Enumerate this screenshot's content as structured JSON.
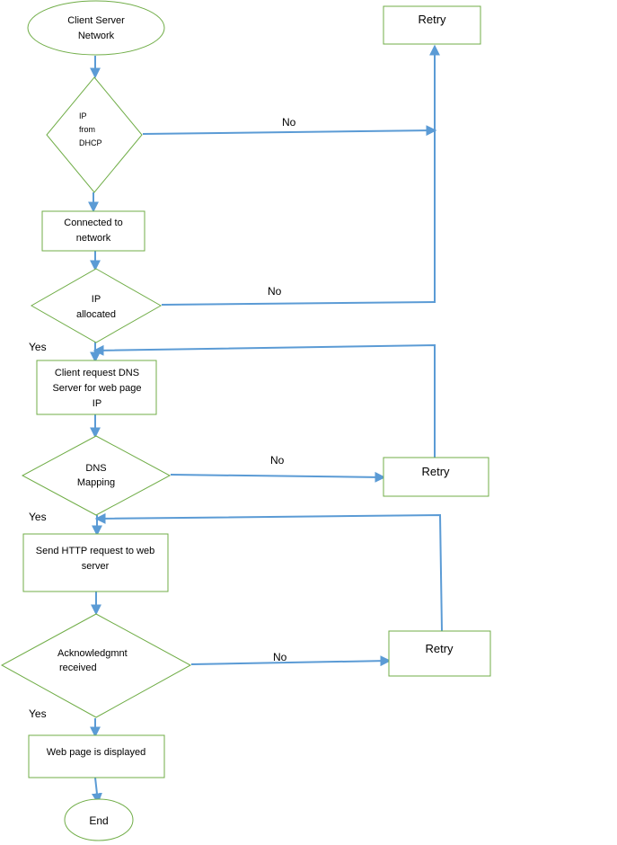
{
  "colors": {
    "shape_border": "#70ad47",
    "connector": "#5b9bd5",
    "text": "#000000",
    "background": "#ffffff"
  },
  "nodes": {
    "start": [
      "Client Server",
      "Network"
    ],
    "ip_dhcp": [
      "IP",
      "from",
      "DHCP"
    ],
    "connected": [
      "Connected to",
      "network"
    ],
    "ip_allocated": [
      "IP",
      "allocated"
    ],
    "dns_request": [
      "Client request DNS",
      "Server for web page",
      "IP"
    ],
    "dns_mapping": [
      "DNS",
      "Mapping"
    ],
    "http_request": [
      "Send HTTP request to web",
      "server"
    ],
    "ack": [
      "Acknowledgmnt",
      "received"
    ],
    "displayed": [
      "Web page is displayed"
    ],
    "end": [
      "End"
    ],
    "retry_top": [
      "Retry"
    ],
    "retry_mid": [
      "Retry"
    ],
    "retry_bottom": [
      "Retry"
    ]
  },
  "edge_labels": {
    "no_1": "No",
    "no_2": "No",
    "no_3": "No",
    "no_4": "No",
    "yes_1": "Yes",
    "yes_2": "Yes",
    "yes_3": "Yes"
  }
}
